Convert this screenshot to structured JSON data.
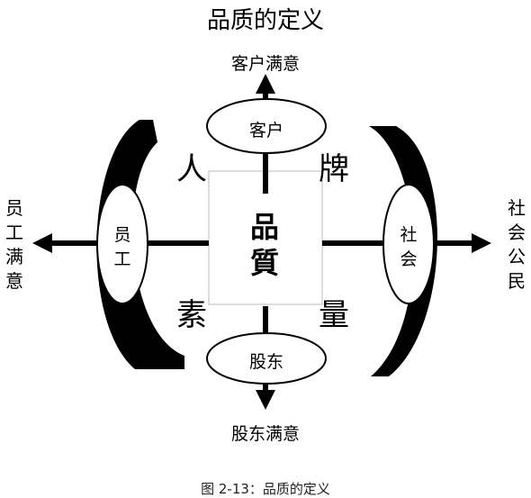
{
  "title": "品质的定义",
  "outcomes": {
    "top": "客户满意",
    "bottom": "股东满意",
    "left": [
      "员",
      "工",
      "满",
      "意"
    ],
    "right": [
      "社",
      "会",
      "公",
      "民"
    ]
  },
  "stakeholders": {
    "top": "客户",
    "bottom": "股东",
    "left": [
      "员",
      "工"
    ],
    "right": [
      "社",
      "会"
    ]
  },
  "center": [
    "品",
    "質"
  ],
  "corners": {
    "top_left": "人",
    "top_right": "牌",
    "bottom_left": "素",
    "bottom_right": "量"
  },
  "caption": "图 2-13：品质的定义"
}
